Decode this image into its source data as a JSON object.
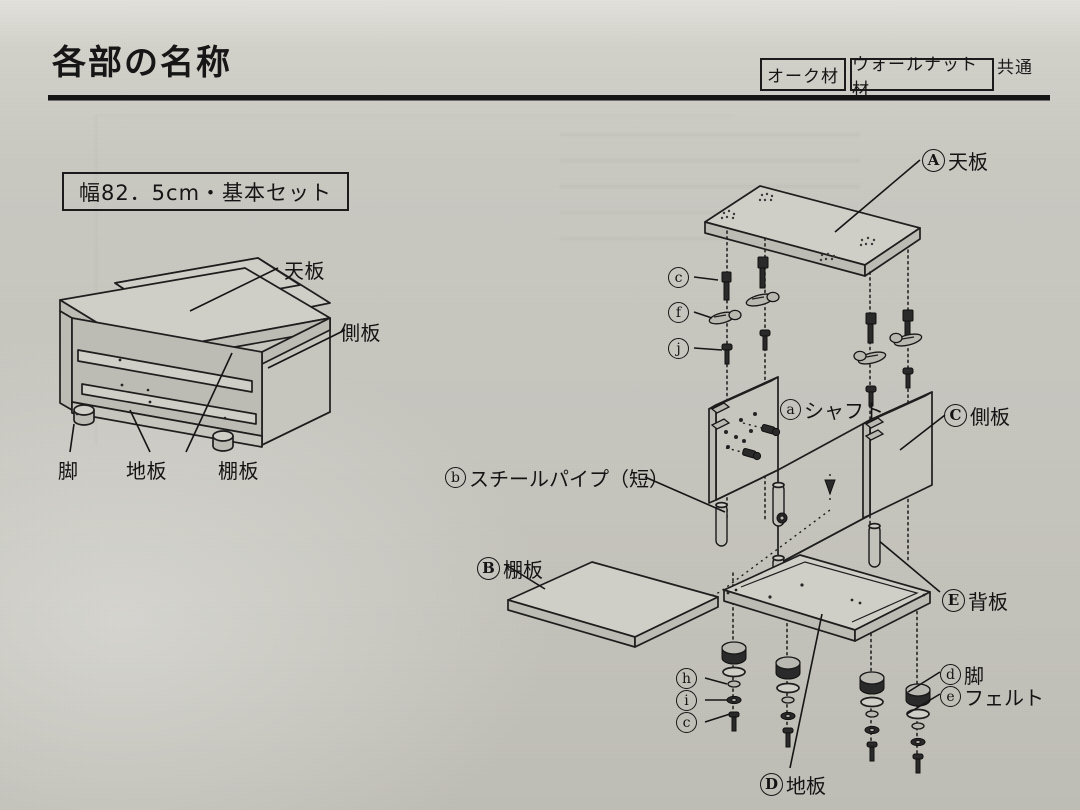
{
  "page": {
    "title": "各部の名称",
    "materials": {
      "oak": "オーク材",
      "walnut": "ウォールナット材",
      "common": "共通"
    },
    "set_label": "幅82．5cm・基本セット"
  },
  "assembled_view": {
    "labels": {
      "top_board": "天板",
      "side_board": "側板",
      "leg": "脚",
      "bottom_board": "地板",
      "shelf_board": "棚板"
    }
  },
  "exploded_view": {
    "parts": [
      {
        "key": "A",
        "mark": "Ⓐ",
        "letter": "A",
        "label": "天板"
      },
      {
        "key": "B",
        "mark": "Ⓑ",
        "letter": "B",
        "label": "棚板"
      },
      {
        "key": "C",
        "mark": "Ⓒ",
        "letter": "C",
        "label": "側板"
      },
      {
        "key": "D",
        "mark": "Ⓓ",
        "letter": "D",
        "label": "地板"
      },
      {
        "key": "E",
        "mark": "Ⓔ",
        "letter": "E",
        "label": "背板"
      }
    ],
    "hardware": [
      {
        "key": "a",
        "letter": "a",
        "label": "シャフト"
      },
      {
        "key": "b",
        "letter": "b",
        "label": "スチールパイプ（短）"
      },
      {
        "key": "c",
        "letter": "c",
        "label": ""
      },
      {
        "key": "d",
        "letter": "d",
        "label": "脚"
      },
      {
        "key": "e",
        "letter": "e",
        "label": "フェルト"
      },
      {
        "key": "f",
        "letter": "f",
        "label": ""
      },
      {
        "key": "h",
        "letter": "h",
        "label": ""
      },
      {
        "key": "i",
        "letter": "i",
        "label": ""
      },
      {
        "key": "j",
        "letter": "j",
        "label": ""
      }
    ]
  },
  "colors": {
    "ink": "#141414",
    "paper": "#c8c7c0",
    "rule": "#151515"
  }
}
